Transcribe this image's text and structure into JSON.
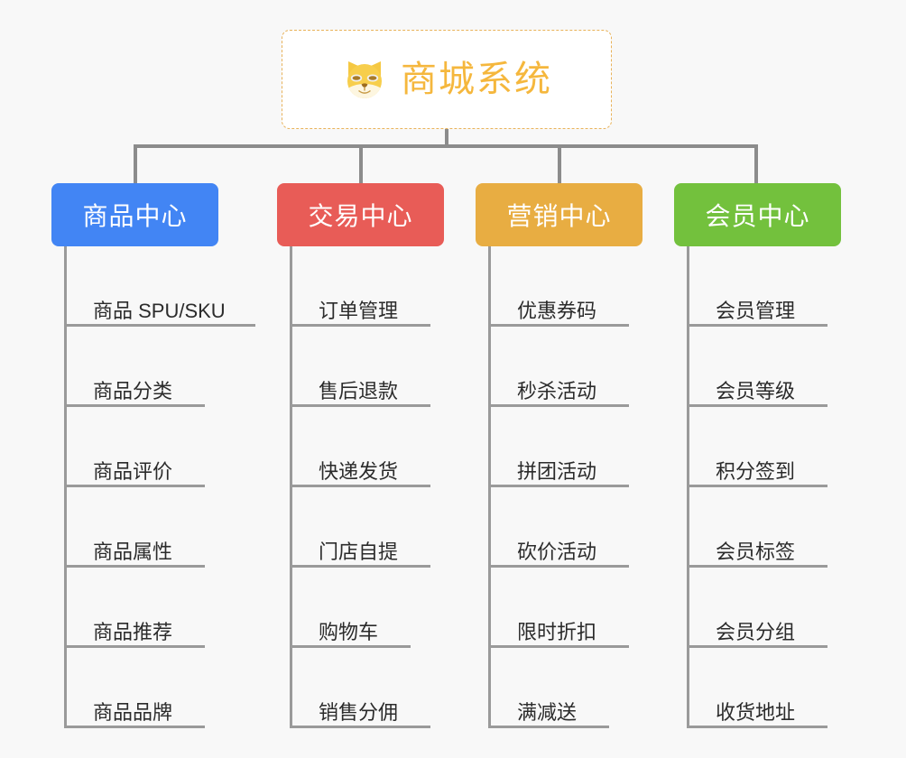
{
  "root": {
    "title": "商城系统",
    "icon": "shiba-dog-face-icon",
    "border_color": "#e8b25a",
    "text_color": "#f5b73d"
  },
  "connector_color": "#8c8c8c",
  "background_color": "#f8f8f8",
  "columns": [
    {
      "title": "商品中心",
      "color": "#4285f4",
      "items": [
        "商品 SPU/SKU",
        "商品分类",
        "商品评价",
        "商品属性",
        "商品推荐",
        "商品品牌"
      ]
    },
    {
      "title": "交易中心",
      "color": "#e85c57",
      "items": [
        "订单管理",
        "售后退款",
        "快递发货",
        "门店自提",
        "购物车",
        "销售分佣"
      ]
    },
    {
      "title": "营销中心",
      "color": "#e8ad42",
      "items": [
        "优惠券码",
        "秒杀活动",
        "拼团活动",
        "砍价活动",
        "限时折扣",
        "满减送"
      ]
    },
    {
      "title": "会员中心",
      "color": "#73c13d",
      "items": [
        "会员管理",
        "会员等级",
        "积分签到",
        "会员标签",
        "会员分组",
        "收货地址"
      ]
    }
  ]
}
